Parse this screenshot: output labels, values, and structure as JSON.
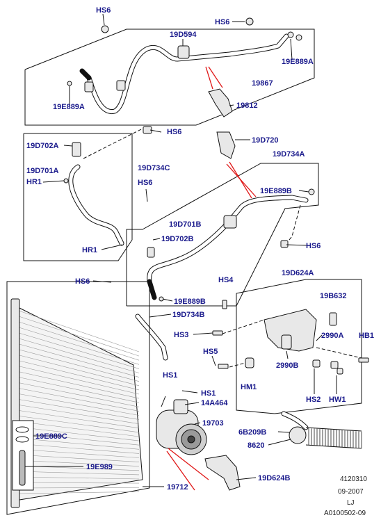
{
  "labels": [
    {
      "id": "hs6-a",
      "text": "HS6"
    },
    {
      "id": "hs6-b",
      "text": "HS6"
    },
    {
      "id": "19d594",
      "text": "19D594"
    },
    {
      "id": "19e889a-a",
      "text": "19E889A"
    },
    {
      "id": "19e889a-b",
      "text": "19E889A"
    },
    {
      "id": "19867",
      "text": "19867"
    },
    {
      "id": "19812",
      "text": "19812"
    },
    {
      "id": "hs6-c",
      "text": "HS6"
    },
    {
      "id": "19d720",
      "text": "19D720"
    },
    {
      "id": "19d702a",
      "text": "19D702A"
    },
    {
      "id": "19d701a",
      "text": "19D701A"
    },
    {
      "id": "hr1-a",
      "text": "HR1"
    },
    {
      "id": "19d734c",
      "text": "19D734C"
    },
    {
      "id": "19d734a",
      "text": "19D734A"
    },
    {
      "id": "hs6-d",
      "text": "HS6"
    },
    {
      "id": "19e889b-a",
      "text": "19E889B"
    },
    {
      "id": "19d701b",
      "text": "19D701B"
    },
    {
      "id": "19d702b",
      "text": "19D702B"
    },
    {
      "id": "hr1-b",
      "text": "HR1"
    },
    {
      "id": "hs6-e",
      "text": "HS6"
    },
    {
      "id": "hs6-f",
      "text": "HS6"
    },
    {
      "id": "19e889b-b",
      "text": "19E889B"
    },
    {
      "id": "hs4",
      "text": "HS4"
    },
    {
      "id": "19d624a",
      "text": "19D624A"
    },
    {
      "id": "19b632",
      "text": "19B632"
    },
    {
      "id": "19d734b",
      "text": "19D734B"
    },
    {
      "id": "hs3",
      "text": "HS3"
    },
    {
      "id": "2990a",
      "text": "2990A"
    },
    {
      "id": "hb1",
      "text": "HB1"
    },
    {
      "id": "hs5",
      "text": "HS5"
    },
    {
      "id": "2990b",
      "text": "2990B"
    },
    {
      "id": "hm1",
      "text": "HM1"
    },
    {
      "id": "hs2",
      "text": "HS2"
    },
    {
      "id": "hw1",
      "text": "HW1"
    },
    {
      "id": "hs1-a",
      "text": "HS1"
    },
    {
      "id": "hs1-b",
      "text": "HS1"
    },
    {
      "id": "14a464",
      "text": "14A464"
    },
    {
      "id": "19703",
      "text": "19703"
    },
    {
      "id": "19e889c",
      "text": "19E889C"
    },
    {
      "id": "6b209b",
      "text": "6B209B"
    },
    {
      "id": "8620",
      "text": "8620"
    },
    {
      "id": "19e989",
      "text": "19E989"
    },
    {
      "id": "19d624b",
      "text": "19D624B"
    },
    {
      "id": "19712",
      "text": "19712"
    }
  ],
  "footer": {
    "line1": "4120310",
    "line2": "09-2007",
    "line3": "LJ",
    "line4": "A0100502-09"
  }
}
